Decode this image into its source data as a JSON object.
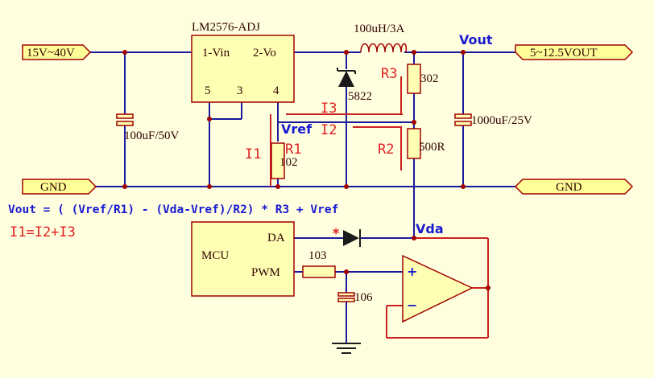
{
  "chip": {
    "name": "LM2576-ADJ",
    "pin1": "1-Vin",
    "pin2": "2-Vo",
    "pin5": "5",
    "pin3": "3",
    "pin4": "4"
  },
  "ports": {
    "input": "15V~40V",
    "output": "5~12.5VOUT",
    "gnd_left": "GND",
    "gnd_right": "GND"
  },
  "components": {
    "inductor": "100uH/3A",
    "diode": "5822",
    "cap_in": "100uF/50V",
    "cap_out": "1000uF/25V",
    "r1_value": "102",
    "r2_value": "500R",
    "r3_value": "302",
    "r_pwm": "103",
    "c_pwm": "106"
  },
  "net_labels": {
    "vout": "Vout",
    "vref": "Vref",
    "vda": "Vda"
  },
  "annotations": {
    "r1": "R1",
    "r2": "R2",
    "r3": "R3",
    "i1": "I1",
    "i2": "I2",
    "i3": "I3",
    "star": "*"
  },
  "mcu": {
    "name": "MCU",
    "da": "DA",
    "pwm": "PWM"
  },
  "opamp": {
    "plus": "+",
    "minus": "−"
  },
  "formulas": {
    "vout": "Vout = ( (Vref/R1) - (Vda-Vref)/R2) * R3 + Vref",
    "current": "I1=I2+I3"
  }
}
